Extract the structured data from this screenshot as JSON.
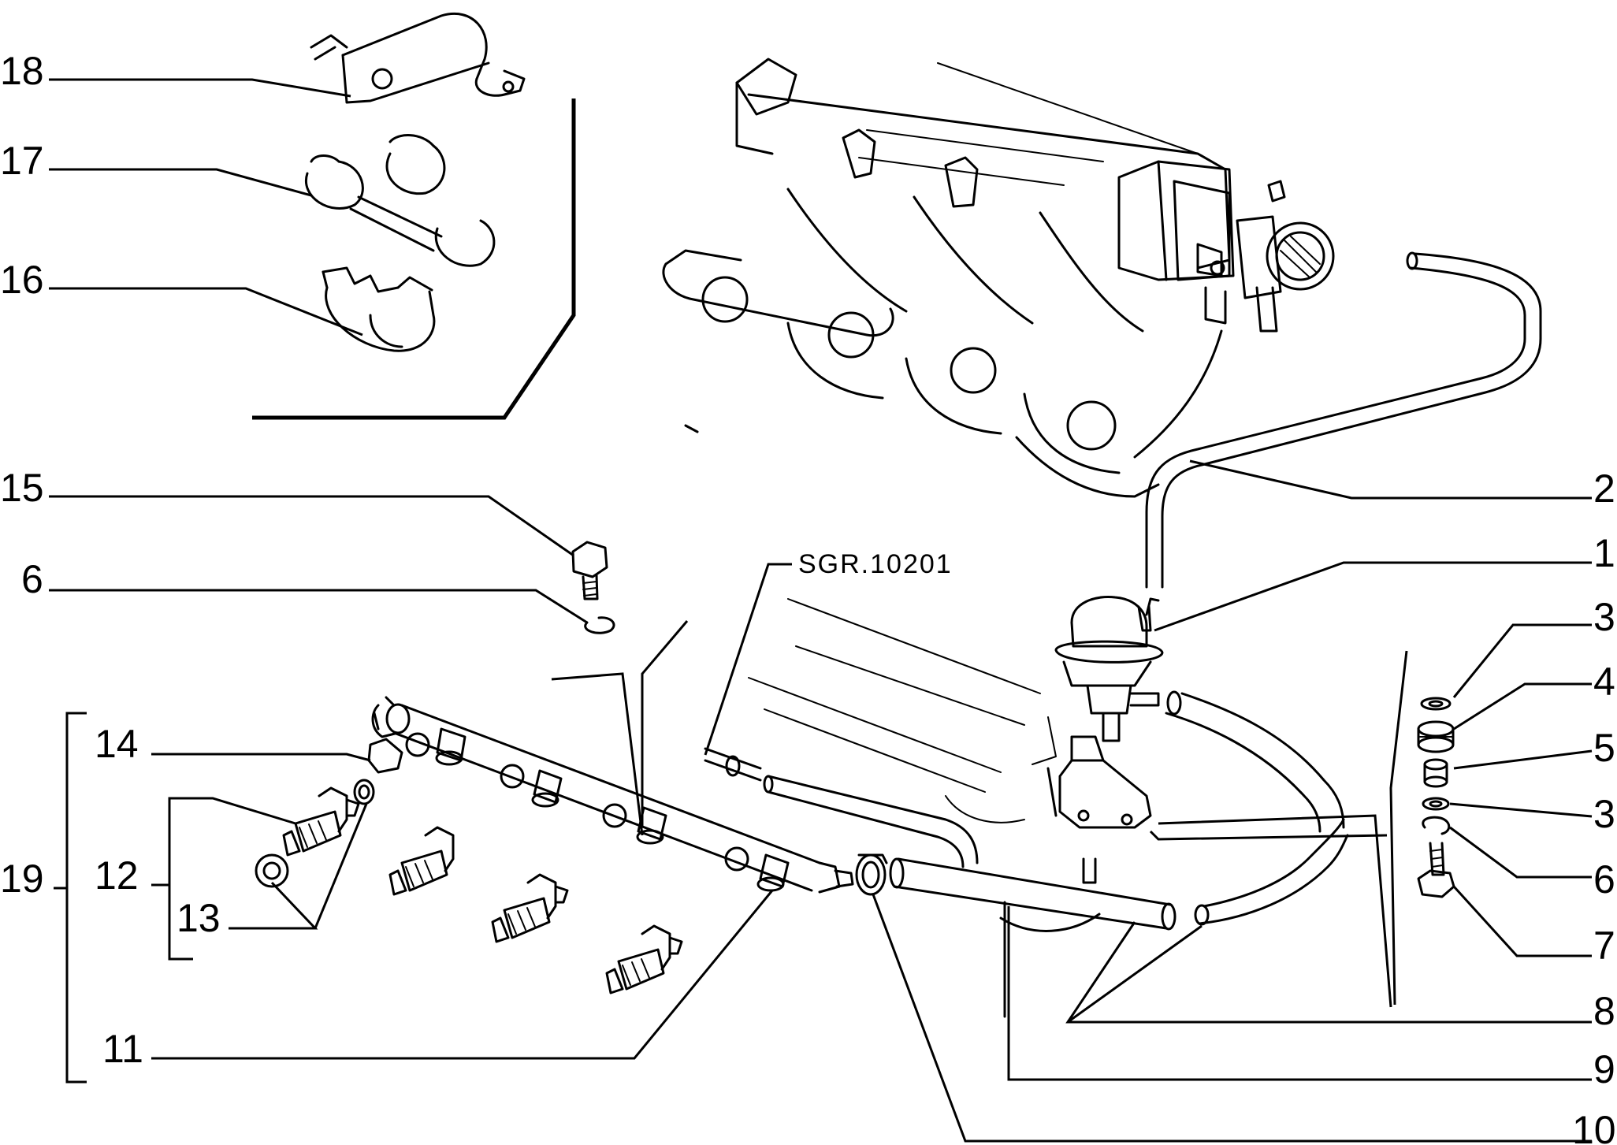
{
  "reference_code": "SGR.10201",
  "callouts_left": [
    {
      "label": "18"
    },
    {
      "label": "17"
    },
    {
      "label": "16"
    },
    {
      "label": "15"
    },
    {
      "label": "6"
    },
    {
      "label": "14"
    },
    {
      "label": "12"
    },
    {
      "label": "13"
    },
    {
      "label": "19"
    },
    {
      "label": "11"
    }
  ],
  "callouts_right": [
    {
      "label": "2"
    },
    {
      "label": "1"
    },
    {
      "label": "3"
    },
    {
      "label": "4"
    },
    {
      "label": "5"
    },
    {
      "label": "3"
    },
    {
      "label": "6"
    },
    {
      "label": "7"
    },
    {
      "label": "8"
    },
    {
      "label": "9"
    },
    {
      "label": "10"
    }
  ]
}
